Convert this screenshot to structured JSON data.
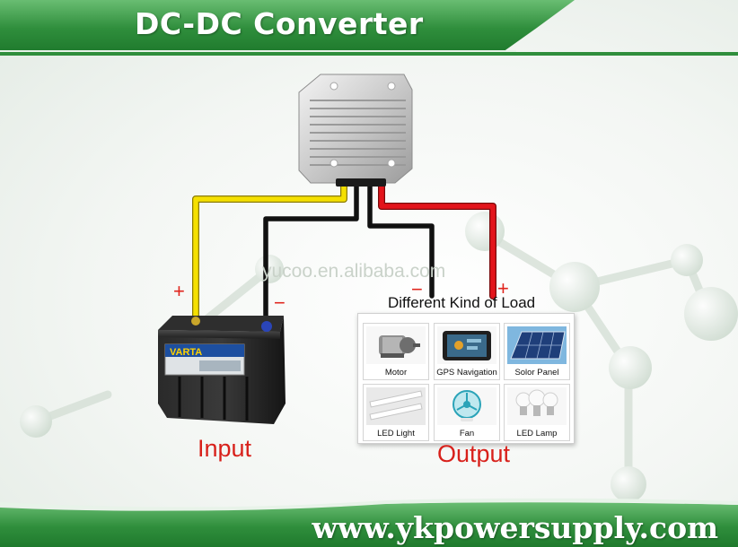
{
  "title": "DC-DC Converter",
  "footer_url": "www.ykpowersupply.com",
  "watermark": "yucoo.en.alibaba.com",
  "input_label": "Input",
  "output_label": "Output",
  "battery_brand": "VARTA",
  "polarity": {
    "input_plus": "+",
    "input_minus": "−",
    "output_minus": "−",
    "output_plus": "+"
  },
  "load_panel": {
    "heading": "Different Kind of Load",
    "items": [
      {
        "label": "Motor",
        "icon": "motor-icon"
      },
      {
        "label": "GPS Navigation",
        "icon": "gps-navigation-icon"
      },
      {
        "label": "Solor Panel",
        "icon": "solar-panel-icon"
      },
      {
        "label": "LED Light",
        "icon": "led-light-icon"
      },
      {
        "label": "Fan",
        "icon": "fan-icon"
      },
      {
        "label": "LED Lamp",
        "icon": "led-lamp-icon"
      }
    ]
  },
  "colors": {
    "banner_green": "#2d8a3a",
    "banner_green_light": "#5fb56a",
    "wire_yellow": "#f5e000",
    "wire_black": "#111111",
    "wire_red": "#e3141b",
    "label_red": "#d8211b"
  }
}
